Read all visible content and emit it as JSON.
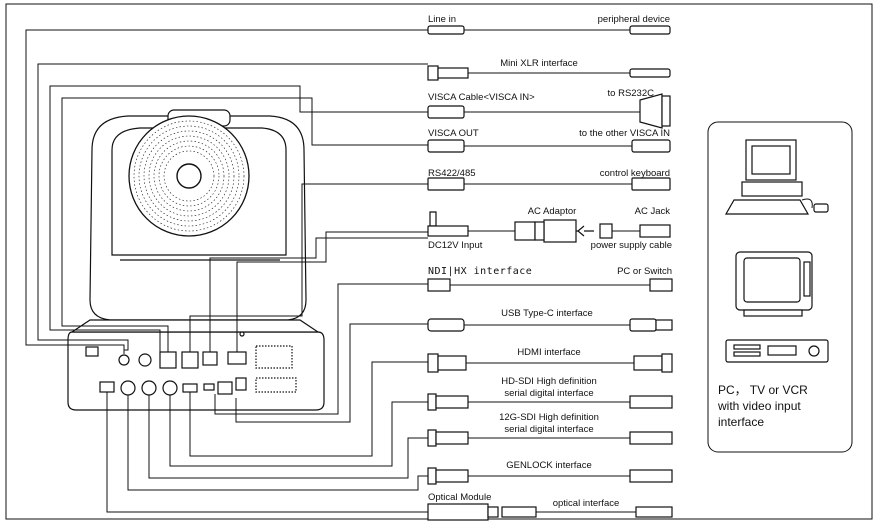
{
  "cables": [
    {
      "left": "Line in",
      "right": "peripheral device"
    },
    {
      "center": "Mini XLR interface"
    },
    {
      "left": "VISCA Cable<VISCA IN>",
      "right": "to RS232C"
    },
    {
      "left": "VISCA OUT",
      "right": "to the other VISCA IN"
    },
    {
      "left": "RS422/485",
      "right": "control keyboard"
    },
    {
      "adaptor": "AC Adaptor",
      "jack": "AC Jack",
      "input": "DC12V Input",
      "supply": "power supply cable"
    },
    {
      "left": "NDI|HX interface",
      "right": "PC or Switch"
    },
    {
      "center": "USB Type-C interface"
    },
    {
      "center": "HDMI interface"
    },
    {
      "line1": "HD-SDI High definition",
      "line2": "serial digital interface"
    },
    {
      "line1": "12G-SDI High definition",
      "line2": "serial digital interface"
    },
    {
      "center": "GENLOCK interface"
    },
    {
      "left": "Optical Module",
      "center": "optical interface"
    }
  ],
  "side_panel": {
    "caption": [
      "PC， TV or VCR",
      "with video input",
      "interface"
    ],
    "icons": [
      "pc-icon",
      "tv-monitor-icon",
      "vcr-icon"
    ]
  }
}
